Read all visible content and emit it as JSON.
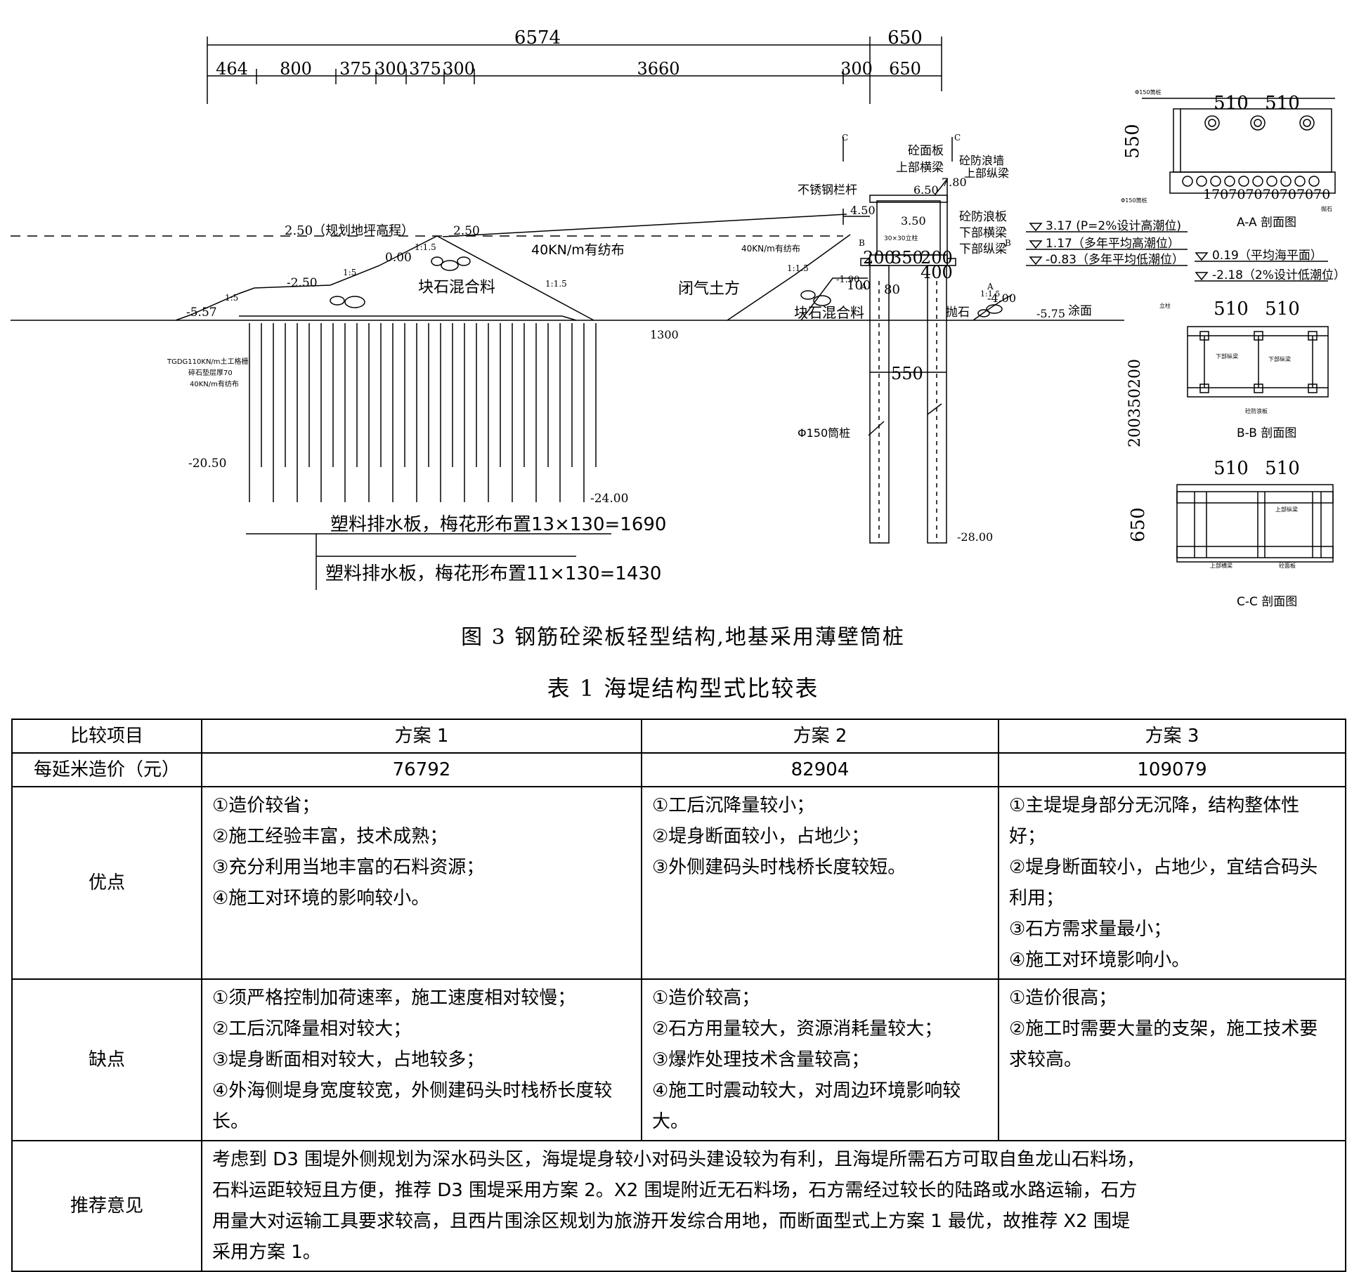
{
  "drawing": {
    "dims_top": {
      "overall_left": "6574",
      "overall_right": "650",
      "segments": [
        "464",
        "800",
        "375",
        "300",
        "375",
        "300",
        "3660",
        "300",
        "650"
      ]
    },
    "elevations": {
      "plan_ground": "2.50（规划地坪高程）",
      "crest": "2.50",
      "berm_left": "-2.50",
      "berm_upper": "0.00",
      "toe_left": "-5.57",
      "pile_bottom_left": "-20.50",
      "drain_bottom": "-24.00",
      "top_650": "6.50",
      "top_780": "7.80",
      "el_450": "4.50",
      "el_350": "3.50",
      "el_neg190": "-1.90",
      "el_neg400": "-4.00",
      "el_neg575": "-5.75",
      "pile_bottom_right": "-28.00"
    },
    "slopes": {
      "s1": "1:5",
      "s2": "1:1.5",
      "s3": "1:5",
      "s4": "1:1.5",
      "s5": "1:1.5",
      "s6": "1:1.5"
    },
    "water_levels": [
      "3.17 (P=2%设计高潮位)",
      "1.17（多年平均高潮位）",
      "-0.83（多年平均低潮位）",
      "0.19（平均海平面）",
      "-2.18（2%设计低潮位）"
    ],
    "labels": {
      "geotextile_40": "40KN/m有纺布",
      "geotextile_40b": "40KN/m有纺布",
      "rock_mix": "块石混合料",
      "rock_mix_right": "块石混合料",
      "closure_earth": "闭气土方",
      "width_1300": "1300",
      "geogrid_1": "TGDG110KN/m土工格栅",
      "geogrid_2": "碎石垫层厚70",
      "geogrid_3": "40KN/m有纺布",
      "drain1": "塑料排水板，梅花形布置13×130=1690",
      "drain2": "塑料排水板，梅花形布置11×130=1430",
      "railing": "不锈钢栏杆",
      "deck": "砼面板",
      "upper_beam": "上部横梁",
      "wave_wall": "砼防浪墙",
      "upper_long_beam": "上部纵梁",
      "wave_plate": "砼防浪板",
      "lower_beam": "下部横梁",
      "lower_long_beam": "下部纵梁",
      "column": "30×30立柱",
      "dims_200": "200",
      "dims_350": "350",
      "dims_200b": "200",
      "dim_400": "400",
      "dim_100": "100",
      "dim_80": "80",
      "dim_550": "550",
      "pile": "Φ150筒桩",
      "riprap": "抛石",
      "mudflat": "涂面",
      "mark_c": "C",
      "mark_c2": "C",
      "mark_b": "B",
      "mark_b2": "B",
      "mark_a": "A",
      "mark_a2": "A"
    },
    "section_aa": {
      "title": "A-A 剖面图",
      "dim_510a": "510",
      "dim_510b": "510",
      "dim_550": "550",
      "pile_label": "Φ150筒桩",
      "pile_label2": "Φ150筒桩",
      "code_row": "170707070707070",
      "side_label": "抛石"
    },
    "section_bb": {
      "title": "B-B 剖面图",
      "dim_510a": "510",
      "dim_510b": "510",
      "dim_side": "200350200",
      "label_col": "立柱",
      "label_lower_long": "下部纵梁",
      "label_lower_long2": "下部纵梁",
      "label_wave": "砼防浪板"
    },
    "section_cc": {
      "title": "C-C 剖面图",
      "dim_510a": "510",
      "dim_510b": "510",
      "dim_650": "650",
      "label_upper_long": "上部纵梁",
      "label_upper_beam": "上部横梁",
      "label_deck": "砼面板"
    }
  },
  "figure_caption": "图 3  钢筋砼梁板轻型结构,地基采用薄壁筒桩",
  "table_title": "表 1  海堤结构型式比较表",
  "table": {
    "headers": [
      "比较项目",
      "方案 1",
      "方案 2",
      "方案 3"
    ],
    "cost_row": {
      "label": "每延米造价（元）",
      "values": [
        "76792",
        "82904",
        "109079"
      ]
    },
    "pros": {
      "label": "优点",
      "plan1": [
        "①造价较省；",
        "②施工经验丰富，技术成熟；",
        "③充分利用当地丰富的石料资源；",
        "④施工对环境的影响较小。"
      ],
      "plan2": [
        "①工后沉降量较小；",
        "②堤身断面较小，占地少；",
        "③外侧建码头时栈桥长度较短。"
      ],
      "plan3": [
        "①主堤堤身部分无沉降，结构整体性好；",
        "②堤身断面较小，占地少，宜结合码头利用；",
        "③石方需求量最小；",
        "④施工对环境影响小。"
      ]
    },
    "cons": {
      "label": "缺点",
      "plan1": [
        "①须严格控制加荷速率，施工速度相对较慢；",
        "②工后沉降量相对较大；",
        "③堤身断面相对较大，占地较多；",
        "④外海侧堤身宽度较宽，外侧建码头时栈桥长度较长。"
      ],
      "plan2": [
        "①造价较高；",
        "②石方用量较大，资源消耗量较大；",
        "③爆炸处理技术含量较高；",
        "④施工时震动较大，对周边环境影响较大。"
      ],
      "plan3": [
        "①造价很高；",
        "②施工时需要大量的支架，施工技术要求较高。"
      ]
    },
    "recommendation": {
      "label": "推荐意见",
      "lines": [
        "考虑到 D3 围堤外侧规划为深水码头区，海堤堤身较小对码头建设较为有利，且海堤所需石方可取自鱼龙山石料场，",
        "石料运距较短且方便，推荐 D3 围堤采用方案 2。X2 围堤附近无石料场，石方需经过较长的陆路或水路运输，石方",
        "用量大对运输工具要求较高，且西片围涂区规划为旅游开发综合用地，而断面型式上方案 1 最优，故推荐 X2 围堤",
        "采用方案 1。"
      ]
    }
  }
}
